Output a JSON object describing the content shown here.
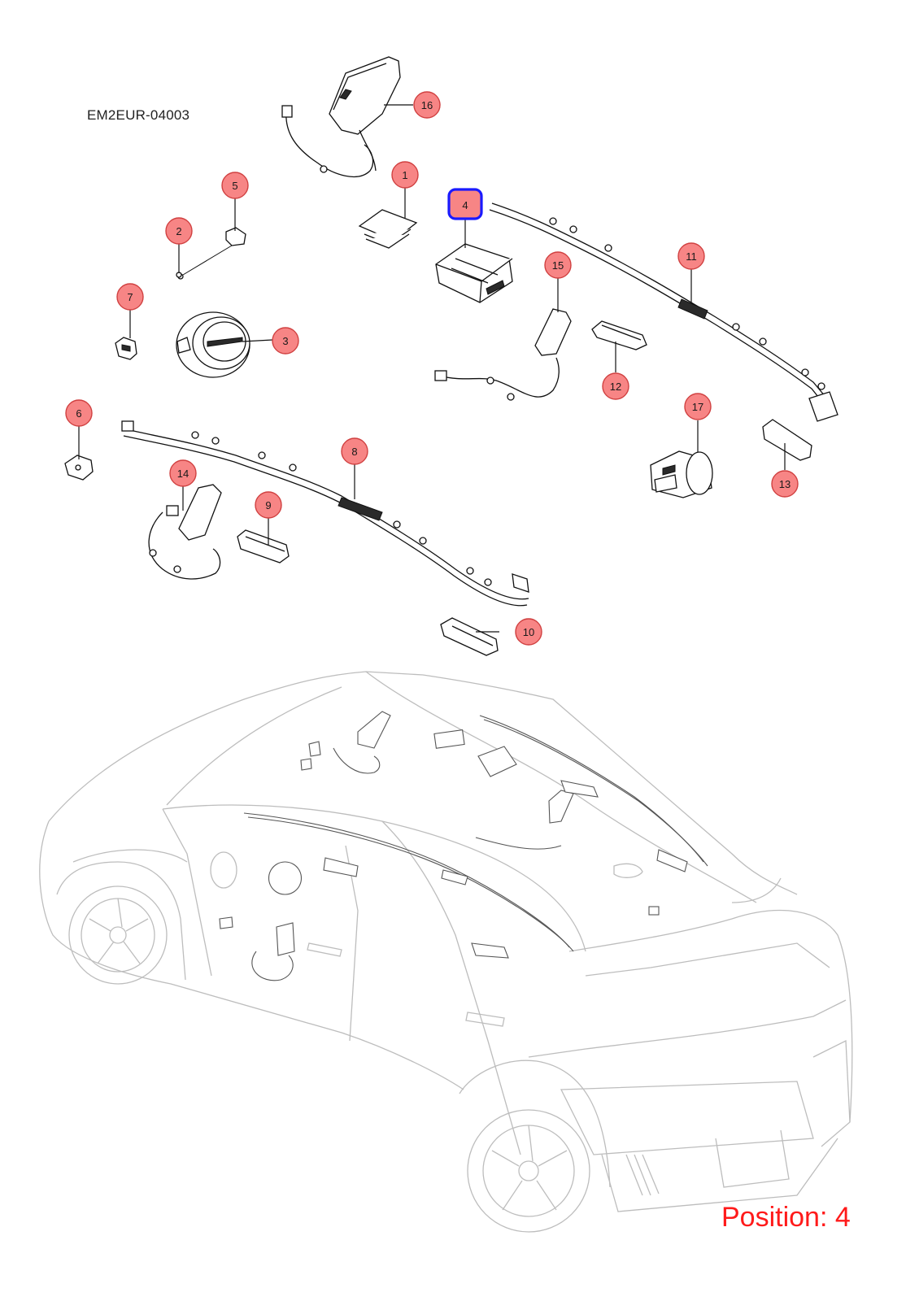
{
  "header": {
    "reference_code": "EM2EUR-04003"
  },
  "footer": {
    "position_label": "Position: 4"
  },
  "selected_position": "4",
  "colors": {
    "callout_fill": "#f78585",
    "selected_outline": "#1a1aff",
    "position_text": "#ff1a1a"
  },
  "callouts": [
    {
      "number": "1"
    },
    {
      "number": "2"
    },
    {
      "number": "3"
    },
    {
      "number": "4"
    },
    {
      "number": "5"
    },
    {
      "number": "6"
    },
    {
      "number": "7"
    },
    {
      "number": "8"
    },
    {
      "number": "9"
    },
    {
      "number": "10"
    },
    {
      "number": "11"
    },
    {
      "number": "12"
    },
    {
      "number": "13"
    },
    {
      "number": "14"
    },
    {
      "number": "15"
    },
    {
      "number": "16"
    },
    {
      "number": "17"
    }
  ]
}
